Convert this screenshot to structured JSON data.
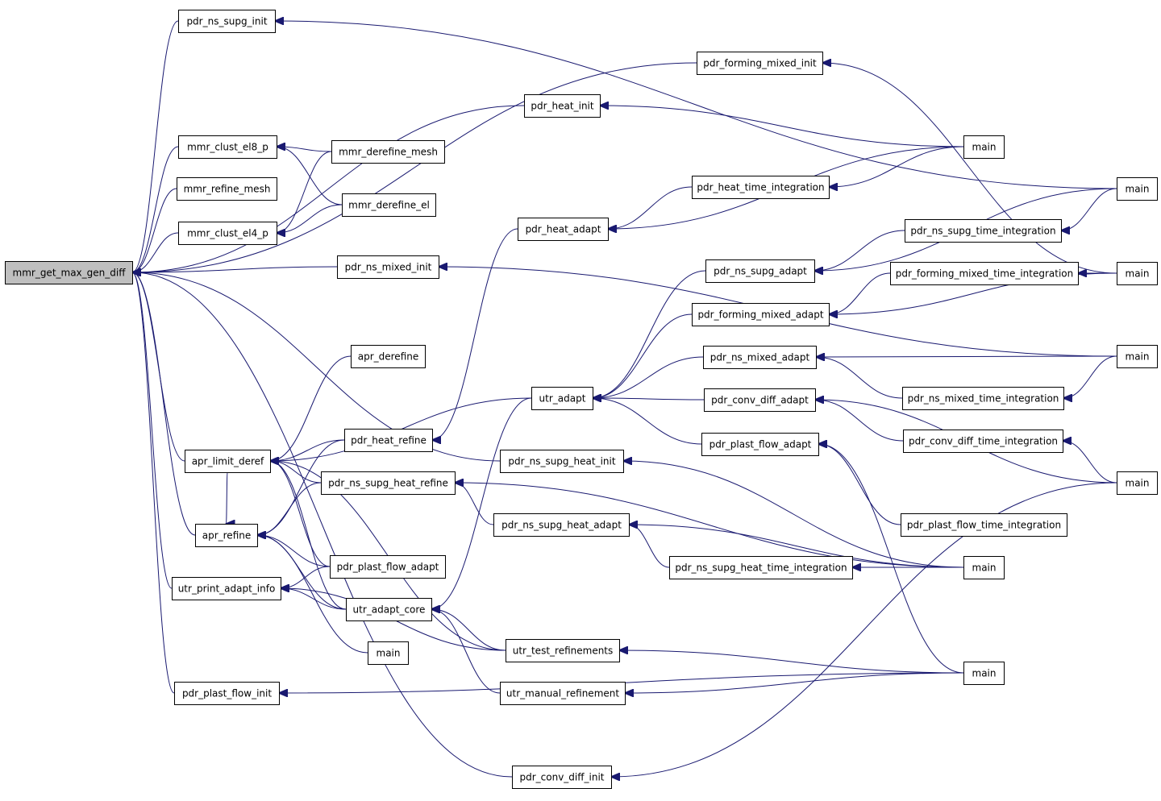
{
  "graph": {
    "nodes": [
      {
        "id": "n0",
        "label": "mmr_get_max_gen_diff",
        "root": true
      },
      {
        "id": "n1",
        "label": "pdr_ns_supg_init"
      },
      {
        "id": "n2",
        "label": "pdr_forming_mixed_init"
      },
      {
        "id": "n3",
        "label": "pdr_heat_init"
      },
      {
        "id": "n4",
        "label": "mmr_clust_el8_p"
      },
      {
        "id": "n5",
        "label": "mmr_derefine_mesh"
      },
      {
        "id": "n6",
        "label": "mmr_refine_mesh"
      },
      {
        "id": "n7",
        "label": "mmr_derefine_el"
      },
      {
        "id": "n8",
        "label": "mmr_clust_el4_p"
      },
      {
        "id": "n9",
        "label": "pdr_ns_mixed_init"
      },
      {
        "id": "n10",
        "label": "main"
      },
      {
        "id": "n11",
        "label": "pdr_heat_time_integration"
      },
      {
        "id": "n12",
        "label": "main"
      },
      {
        "id": "n13",
        "label": "pdr_heat_adapt"
      },
      {
        "id": "n14",
        "label": "pdr_ns_supg_time_integration"
      },
      {
        "id": "n15",
        "label": "pdr_ns_supg_adapt"
      },
      {
        "id": "n16",
        "label": "pdr_forming_mixed_time_integration"
      },
      {
        "id": "n17",
        "label": "main"
      },
      {
        "id": "n18",
        "label": "pdr_forming_mixed_adapt"
      },
      {
        "id": "n19",
        "label": "apr_derefine"
      },
      {
        "id": "n20",
        "label": "pdr_ns_mixed_adapt"
      },
      {
        "id": "n21",
        "label": "main"
      },
      {
        "id": "n22",
        "label": "utr_adapt"
      },
      {
        "id": "n23",
        "label": "pdr_conv_diff_adapt"
      },
      {
        "id": "n24",
        "label": "pdr_ns_mixed_time_integration"
      },
      {
        "id": "n25",
        "label": "pdr_heat_refine"
      },
      {
        "id": "n26",
        "label": "apr_limit_deref"
      },
      {
        "id": "n27",
        "label": "pdr_conv_diff_time_integration"
      },
      {
        "id": "n28",
        "label": "pdr_plast_flow_adapt"
      },
      {
        "id": "n29",
        "label": "pdr_ns_supg_heat_init"
      },
      {
        "id": "n30",
        "label": "pdr_ns_supg_heat_refine"
      },
      {
        "id": "n31",
        "label": "main"
      },
      {
        "id": "n32",
        "label": "pdr_ns_supg_heat_adapt"
      },
      {
        "id": "n33",
        "label": "pdr_plast_flow_time_integration"
      },
      {
        "id": "n34",
        "label": "apr_refine"
      },
      {
        "id": "n35",
        "label": "pdr_plast_flow_adapt"
      },
      {
        "id": "n36",
        "label": "pdr_ns_supg_heat_time_integration"
      },
      {
        "id": "n37",
        "label": "main"
      },
      {
        "id": "n38",
        "label": "utr_print_adapt_info"
      },
      {
        "id": "n39",
        "label": "utr_adapt_core"
      },
      {
        "id": "n40",
        "label": "utr_test_refinements"
      },
      {
        "id": "n41",
        "label": "main"
      },
      {
        "id": "n42",
        "label": "main"
      },
      {
        "id": "n43",
        "label": "pdr_plast_flow_init"
      },
      {
        "id": "n44",
        "label": "utr_manual_refinement"
      },
      {
        "id": "n45",
        "label": "pdr_conv_diff_init"
      }
    ],
    "edges": [
      [
        "n0",
        "n1"
      ],
      [
        "n0",
        "n2"
      ],
      [
        "n0",
        "n3"
      ],
      [
        "n0",
        "n4"
      ],
      [
        "n0",
        "n6"
      ],
      [
        "n0",
        "n8"
      ],
      [
        "n0",
        "n9"
      ],
      [
        "n0",
        "n29"
      ],
      [
        "n0",
        "n26"
      ],
      [
        "n0",
        "n34"
      ],
      [
        "n0",
        "n38"
      ],
      [
        "n0",
        "n43"
      ],
      [
        "n0",
        "n45"
      ],
      [
        "n4",
        "n5"
      ],
      [
        "n4",
        "n7"
      ],
      [
        "n8",
        "n5"
      ],
      [
        "n8",
        "n7"
      ],
      [
        "n1",
        "n12"
      ],
      [
        "n2",
        "n17"
      ],
      [
        "n3",
        "n10"
      ],
      [
        "n9",
        "n21"
      ],
      [
        "n13",
        "n11"
      ],
      [
        "n13",
        "n10"
      ],
      [
        "n11",
        "n10"
      ],
      [
        "n15",
        "n14"
      ],
      [
        "n15",
        "n12"
      ],
      [
        "n14",
        "n12"
      ],
      [
        "n18",
        "n16"
      ],
      [
        "n18",
        "n17"
      ],
      [
        "n16",
        "n17"
      ],
      [
        "n20",
        "n24"
      ],
      [
        "n20",
        "n21"
      ],
      [
        "n24",
        "n21"
      ],
      [
        "n23",
        "n27"
      ],
      [
        "n23",
        "n31"
      ],
      [
        "n27",
        "n31"
      ],
      [
        "n28",
        "n33"
      ],
      [
        "n28",
        "n42"
      ],
      [
        "n22",
        "n15"
      ],
      [
        "n22",
        "n18"
      ],
      [
        "n22",
        "n20"
      ],
      [
        "n22",
        "n23"
      ],
      [
        "n22",
        "n28"
      ],
      [
        "n26",
        "n19"
      ],
      [
        "n26",
        "n22"
      ],
      [
        "n26",
        "n25"
      ],
      [
        "n26",
        "n30"
      ],
      [
        "n26",
        "n35"
      ],
      [
        "n26",
        "n39"
      ],
      [
        "n26",
        "n40"
      ],
      [
        "n25",
        "n13"
      ],
      [
        "n34",
        "n26"
      ],
      [
        "n34",
        "n25"
      ],
      [
        "n34",
        "n30"
      ],
      [
        "n34",
        "n35"
      ],
      [
        "n34",
        "n39"
      ],
      [
        "n34",
        "n41"
      ],
      [
        "n30",
        "n32"
      ],
      [
        "n30",
        "n37"
      ],
      [
        "n32",
        "n36"
      ],
      [
        "n32",
        "n37"
      ],
      [
        "n36",
        "n37"
      ],
      [
        "n29",
        "n37"
      ],
      [
        "n38",
        "n35"
      ],
      [
        "n38",
        "n39"
      ],
      [
        "n38",
        "n40"
      ],
      [
        "n39",
        "n22"
      ],
      [
        "n39",
        "n40"
      ],
      [
        "n39",
        "n44"
      ],
      [
        "n40",
        "n42"
      ],
      [
        "n44",
        "n42"
      ],
      [
        "n43",
        "n42"
      ],
      [
        "n45",
        "n31"
      ]
    ]
  }
}
